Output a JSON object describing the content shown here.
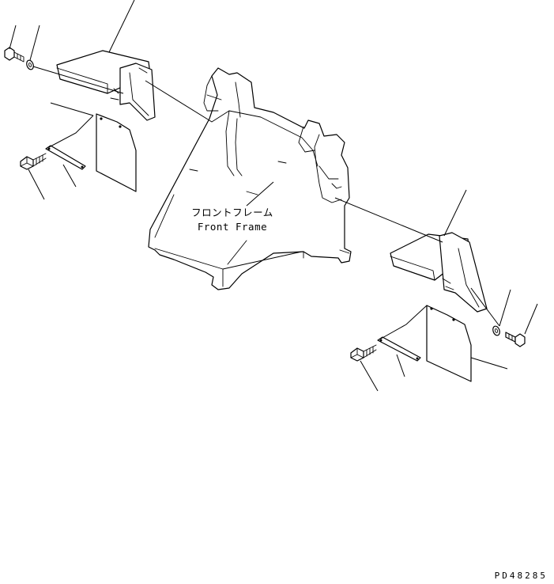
{
  "labels": {
    "main_part_jp": "フロントフレーム",
    "main_part_en": "Front Frame"
  },
  "drawing_number": "PD48285",
  "icons": {
    "front_frame": "front-frame-icon",
    "fender_left": "fender-icon",
    "fender_right": "fender-icon",
    "mud_flap_left": "mud-flap-icon",
    "mud_flap_right": "mud-flap-icon",
    "bolt": "bolt-icon",
    "washer": "washer-icon",
    "strip": "retainer-strip-icon"
  },
  "colors": {
    "line": "#000000",
    "background": "#ffffff"
  }
}
